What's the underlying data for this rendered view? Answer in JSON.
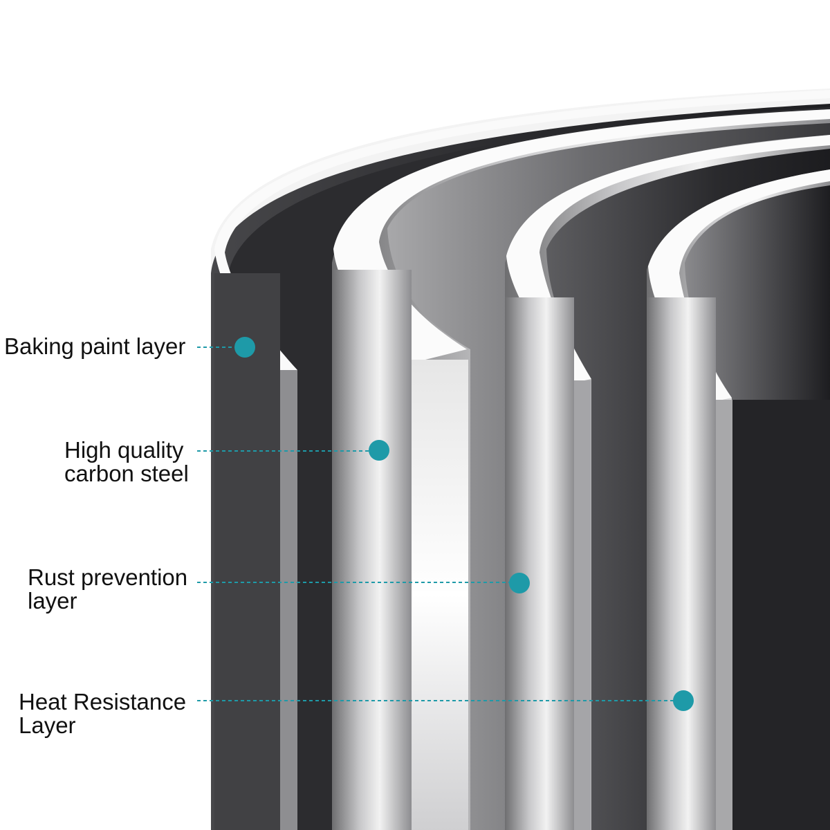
{
  "callouts": [
    {
      "lines": [
        "Baking paint layer"
      ]
    },
    {
      "lines": [
        "High quality",
        "carbon steel"
      ]
    },
    {
      "lines": [
        "Rust prevention",
        "layer"
      ]
    },
    {
      "lines": [
        "Heat Resistance",
        "Layer"
      ]
    }
  ],
  "colors": {
    "callout_dot": "#1e9aa8",
    "callout_line": "#1e9aa8",
    "dark_layer": "#2b2b2e",
    "rim_white": "#f4f4f4",
    "steel_light": "#d8d8d8",
    "steel_mid": "#9a9a9a"
  }
}
